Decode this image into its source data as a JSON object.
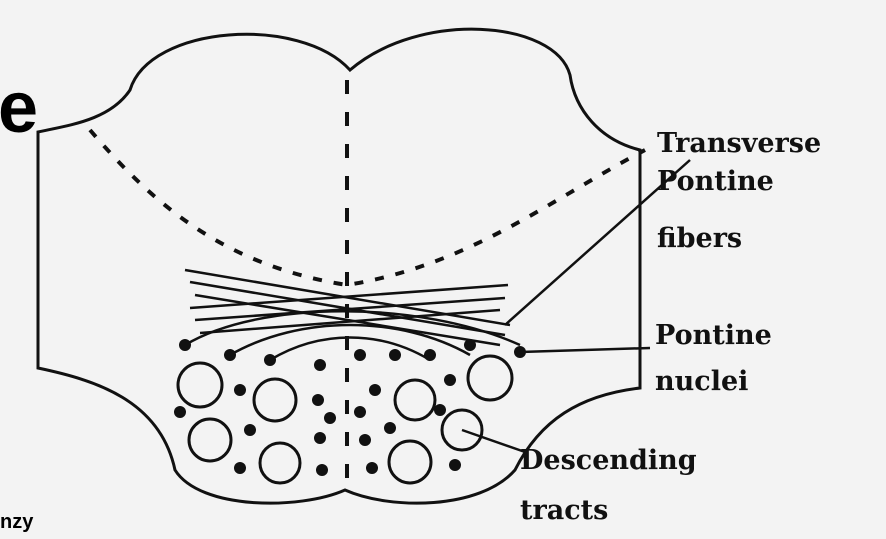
{
  "labels": {
    "transverse": "Transverse",
    "pontine_fibers_1": "Pontine",
    "pontine_fibers_2": "fibers",
    "pontine_nuclei_1": "Pontine",
    "pontine_nuclei_2": "nuclei",
    "descending_1": "Descending",
    "descending_2": "tracts"
  },
  "edge_text": {
    "left_letter": "e",
    "bottom_left": "nzy"
  },
  "colors": {
    "ink": "#111111",
    "paper": "#f3f3f3",
    "slide_bg": "#ffffff"
  }
}
